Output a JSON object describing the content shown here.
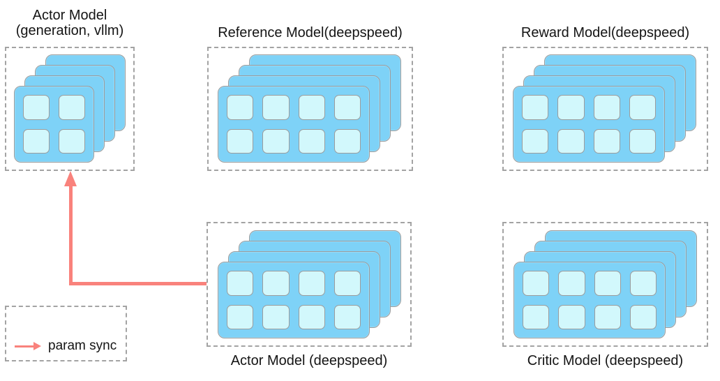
{
  "models": {
    "actor_vllm": {
      "title_line1": "Actor Model",
      "title_line2": "(generation, vllm)",
      "gpu_count": 4,
      "node_layers": 4,
      "gpu_grid": "2x2"
    },
    "reference": {
      "title": "Reference Model(deepspeed)",
      "gpu_count": 8,
      "node_layers": 4,
      "gpu_grid": "4x2"
    },
    "reward": {
      "title": "Reward Model(deepspeed)",
      "gpu_count": 8,
      "node_layers": 4,
      "gpu_grid": "4x2"
    },
    "actor_deepspeed": {
      "title": "Actor Model (deepspeed)",
      "gpu_count": 8,
      "node_layers": 4,
      "gpu_grid": "4x2"
    },
    "critic": {
      "title": "Critic Model (deepspeed)",
      "gpu_count": 8,
      "node_layers": 4,
      "gpu_grid": "4x2"
    }
  },
  "legend": {
    "label": "param sync"
  },
  "arrow": {
    "meaning": "param sync",
    "from": "Actor Model (deepspeed)",
    "to": "Actor Model (generation, vllm)"
  },
  "colors": {
    "card": "#7ed2f7",
    "gpu": "#d2f8fc",
    "card_border": "#9c9c9c",
    "dash": "#a3a3a3",
    "arrow": "#f9827c",
    "text": "#141414",
    "bg": "#ffffff"
  }
}
